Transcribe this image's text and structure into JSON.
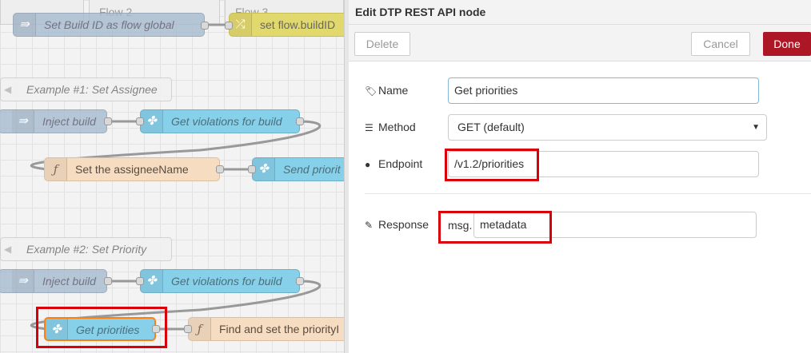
{
  "workspace": {
    "tabs": [
      "",
      "Flow 2",
      "Flow 3"
    ],
    "top_nodes": {
      "build_id": "Set Build ID as flow global",
      "set_flow": "set flow.buildID"
    },
    "example1": {
      "comment": "Example #1: Set Assignee",
      "inject": "Inject build",
      "get_violations": "Get violations for build",
      "set_assignee": "Set the assigneeName",
      "send_priority": "Send priorit"
    },
    "example2": {
      "comment": "Example #2: Set Priority",
      "inject": "Inject build",
      "get_violations": "Get violations for build",
      "get_priorities": "Get priorities",
      "find_priority": "Find and set the priorityI"
    }
  },
  "tray": {
    "title": "Edit DTP REST API node",
    "delete_label": "Delete",
    "cancel_label": "Cancel",
    "done_label": "Done",
    "fields": {
      "name_label": "Name",
      "name_value": "Get priorities",
      "method_label": "Method",
      "method_value": "GET (default)",
      "endpoint_label": "Endpoint",
      "endpoint_value": "/v1.2/priorities",
      "response_label": "Response",
      "response_prefix": "msg.",
      "response_value": "metadata"
    }
  },
  "colors": {
    "done_button": "#ad1625",
    "highlight_box": "#d9000a",
    "dtp_node": "#87d0e9",
    "function_node": "#f6ddc2",
    "inject_node": "#a6bbcf",
    "change_node": "#e2d96e"
  }
}
